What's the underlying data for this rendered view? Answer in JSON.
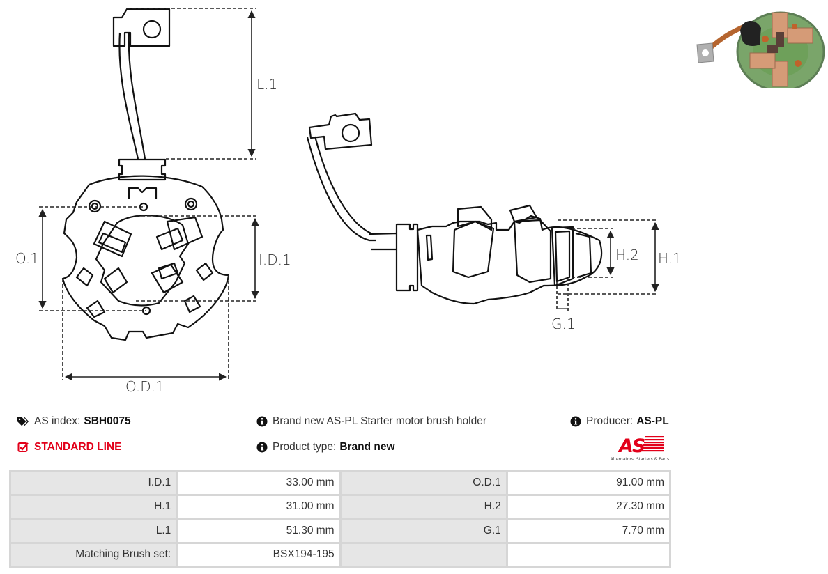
{
  "drawing": {
    "front_view_labels": {
      "l1": "L.1",
      "o1": "O.1",
      "id1": "I.D.1",
      "od1": "O.D.1"
    },
    "side_view_labels": {
      "h2": "H.2",
      "h1": "H.1",
      "g1": "G.1"
    }
  },
  "product_photo": {
    "icon": "product-photo-brush-holder"
  },
  "info": {
    "as_index": {
      "icon": "tags-icon",
      "label": "AS index:",
      "value": "SBH0075"
    },
    "line": {
      "icon": "check-square-icon",
      "label": "STANDARD LINE",
      "color": "#e2001a"
    },
    "description": {
      "icon": "info-circle-icon",
      "text": "Brand new AS-PL Starter motor brush holder"
    },
    "product_type": {
      "icon": "info-circle-icon",
      "label": "Product type:",
      "value": "Brand new"
    },
    "producer": {
      "icon": "info-circle-icon",
      "label": "Producer:",
      "value": "AS-PL"
    },
    "logo": {
      "mark": "AS",
      "tagline": "Alternators, Starters & Parts",
      "color": "#e2001a"
    }
  },
  "specs": {
    "rows": [
      {
        "k1": "I.D.1",
        "v1": "33.00 mm",
        "k2": "O.D.1",
        "v2": "91.00 mm"
      },
      {
        "k1": "H.1",
        "v1": "31.00 mm",
        "k2": "H.2",
        "v2": "27.30 mm"
      },
      {
        "k1": "L.1",
        "v1": "51.30 mm",
        "k2": "G.1",
        "v2": "7.70 mm"
      },
      {
        "k1": "Matching Brush set:",
        "v1": "BSX194-195",
        "k2": "",
        "v2": ""
      }
    ]
  }
}
